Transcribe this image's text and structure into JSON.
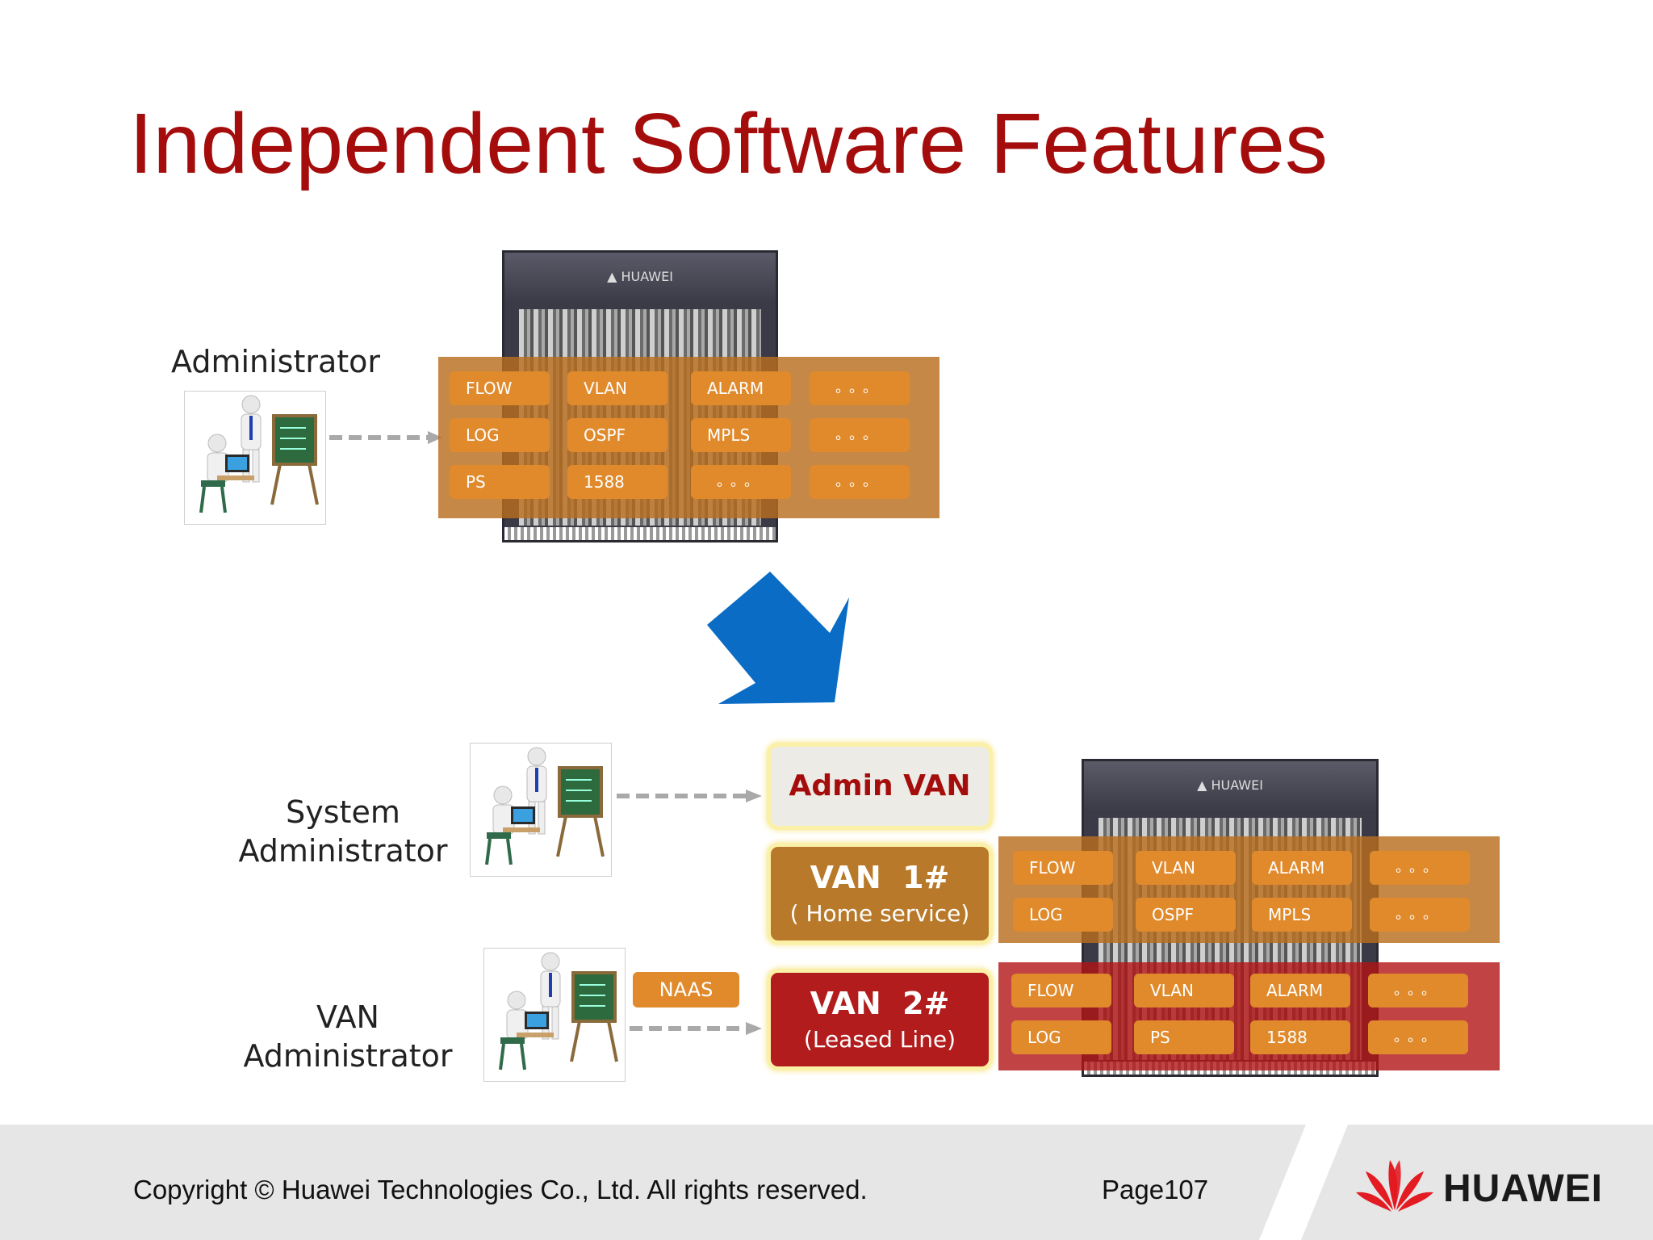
{
  "title": "Independent Software Features",
  "top": {
    "admin_label": "Administrator",
    "chips": [
      [
        "FLOW",
        "VLAN",
        "ALARM",
        "。。。"
      ],
      [
        "LOG",
        "OSPF",
        "MPLS",
        "。。。"
      ],
      [
        "PS",
        "1588",
        "。。。",
        "。。。"
      ]
    ]
  },
  "bottom": {
    "system_admin_label": [
      "System",
      "Administrator"
    ],
    "van_admin_label": [
      "VAN",
      "Administrator"
    ],
    "naas": "NAAS",
    "admin_van": "Admin VAN",
    "van1": {
      "name": "VAN  1#",
      "desc": "( Home service)"
    },
    "van2": {
      "name": "VAN  2#",
      "desc": "(Leased Line)"
    },
    "van1_chips": [
      [
        "FLOW",
        "VLAN",
        "ALARM",
        "。。。"
      ],
      [
        "LOG",
        "OSPF",
        "MPLS",
        "。。。"
      ]
    ],
    "van2_chips": [
      [
        "FLOW",
        "VLAN",
        "ALARM",
        "。。。"
      ],
      [
        "LOG",
        "PS",
        "1588",
        "。。。"
      ]
    ]
  },
  "footer": {
    "copyright": "Copyright © Huawei Technologies Co., Ltd. All rights reserved.",
    "page": "Page107",
    "brand": "HUAWEI"
  },
  "colors": {
    "title": "#a50d0d",
    "chip": "#e08a2c",
    "panel_orange": "#ba6e1e",
    "panel_red": "#b21414",
    "arrow": "#0a6cc4",
    "van1_fill": "#b87a2a",
    "van2_fill": "#b21c1c"
  }
}
